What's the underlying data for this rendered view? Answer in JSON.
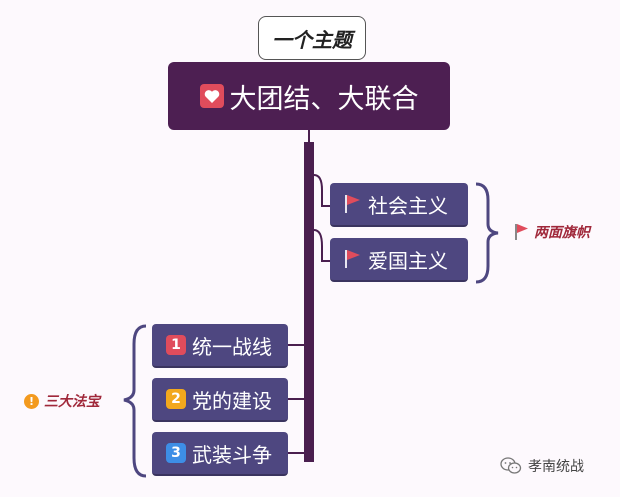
{
  "topic_label": "一个主题",
  "central": {
    "text": "大团结、大联合",
    "icon": "heart-icon"
  },
  "right_group": {
    "annotation": "两面旗帜",
    "nodes": [
      {
        "label": "社会主义",
        "icon": "flag-icon"
      },
      {
        "label": "爱国主义",
        "icon": "flag-icon"
      }
    ]
  },
  "left_group": {
    "annotation": "三大法宝",
    "nodes": [
      {
        "number": "1",
        "label": "统一战线",
        "badge_color": "#e04c5c"
      },
      {
        "number": "2",
        "label": "党的建设",
        "badge_color": "#f2a81d"
      },
      {
        "number": "3",
        "label": "武装斗争",
        "badge_color": "#3d8ee6"
      }
    ]
  },
  "watermark": "孝南统战",
  "colors": {
    "central_bg": "#4d1f52",
    "node_bg": "#4e4780",
    "connector": "#4a1f4f",
    "bracket": "#4e4780",
    "flag": "#e04c5c",
    "annotation_text": "#a0283a"
  }
}
